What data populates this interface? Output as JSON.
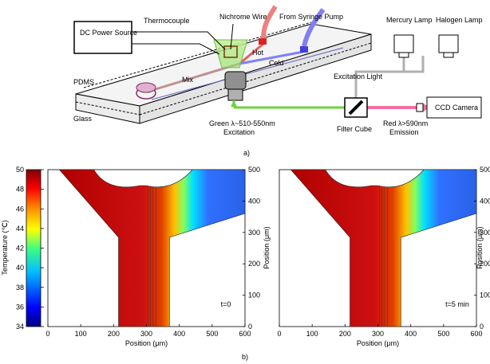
{
  "diagram": {
    "power_source": "DC Power Source",
    "thermocouple": "Thermocouple",
    "nichrome": "Nichrome Wire",
    "from_syringe": "From Syringe Pump",
    "mercury_lamp": "Mercury Lamp",
    "halogen_lamp": "Halogen Lamp",
    "hot": "Hot",
    "cold": "Cold",
    "mix": "Mix",
    "pdms": "PDMS",
    "glass": "Glass",
    "excitation_light": "Excitation Light",
    "green": "Green λ~510-550nm",
    "excitation": "Excitation",
    "filter_cube": "Filter Cube",
    "red": "Red λ>590nm",
    "emission": "Emission",
    "ccd": "CCD Camera",
    "label_a": "a)"
  },
  "colorbar": {
    "title": "Temperature (℃)",
    "ticks": [
      "50",
      "48",
      "46",
      "44",
      "42",
      "40",
      "38",
      "36",
      "34"
    ],
    "colors": [
      "#7f0000",
      "#ff0000",
      "#ff7f00",
      "#ffff00",
      "#7fff7f",
      "#00ffff",
      "#007fff",
      "#0000ff",
      "#00007f"
    ]
  },
  "chart_data": [
    {
      "type": "heatmap",
      "annotation": "t=0",
      "xlabel": "Position (μm)",
      "x_ticks": [
        "0",
        "100",
        "200",
        "300",
        "400",
        "500",
        "600"
      ],
      "xlim": [
        0,
        600
      ],
      "zlim": [
        34,
        50
      ],
      "channel_edges_um": {
        "outlet_left": 215,
        "outlet_right": 370
      },
      "hot_side_temp": 48,
      "cold_side_temp": 37
    },
    {
      "type": "heatmap",
      "annotation": "t=5 min",
      "xlabel": "Position (μm)",
      "x_ticks": [
        "0",
        "100",
        "200",
        "300",
        "400",
        "500",
        "600"
      ],
      "xlim": [
        0,
        600
      ],
      "zlim": [
        34,
        50
      ],
      "channel_edges_um": {
        "outlet_left": 215,
        "outlet_right": 370
      },
      "hot_side_temp": 48,
      "cold_side_temp": 37
    }
  ],
  "yaxis": {
    "label": "Position (μm)",
    "ticks": [
      "500",
      "400",
      "300",
      "200",
      "100",
      "0"
    ],
    "ylim": [
      0,
      500
    ]
  },
  "label_b": "b)"
}
